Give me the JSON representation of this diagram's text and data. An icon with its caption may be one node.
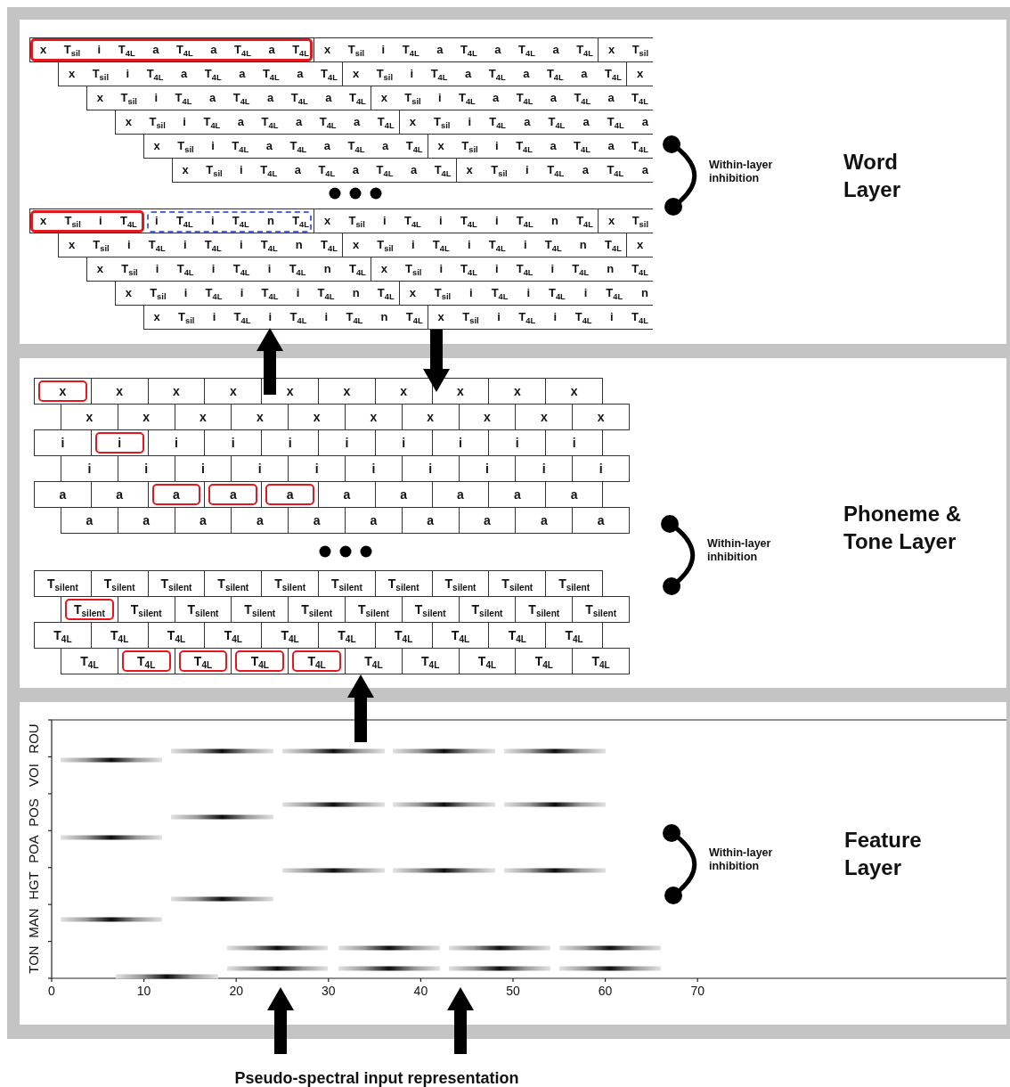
{
  "diagram": {
    "nodes": [
      {
        "text": [
          "Word Layer"
        ]
      },
      {
        "text": [
          "Phoneme & Tone Layer"
        ]
      },
      {
        "text": [
          "Feature Layer"
        ]
      },
      {
        "text": [
          "Pseudo-spectral input representation"
        ]
      }
    ],
    "edges": [
      {
        "from": 1,
        "to": 0,
        "arrow": "to"
      },
      {
        "from": 0,
        "to": 1,
        "arrow": "to"
      },
      {
        "from": 2,
        "to": 1,
        "arrow": "to"
      },
      {
        "from": 3,
        "to": 2,
        "arrow": "to"
      },
      {
        "from": 3,
        "to": 2,
        "arrow": "to"
      }
    ],
    "labels": [
      "x T$_{sil}$ i T$_{4L}$ a T$_{4L}$ a T$_{4L}$ a T$_{4L}$",
      "x T$_{sil}$ i T$_{4L}$ a T$_{4L}$ a T$_{4L}$ a T$_{4L}$",
      "x T$_{sil}$",
      "x T$_{sil}$ i T$_{4L}$ a T$_{4L}$ a T$_{4L}$ a T$_{4L}$",
      "x T$_{sil}$ i T$_{4L}$ a T$_{4L}$ a T$_{4L}$ a T$_{4L}$",
      "x",
      "x T$_{sil}$ i T$_{4L}$ a T$_{4L}$ a T$_{4L}$ a T$_{4L}$",
      "x T$_{sil}$ i T$_{4L}$ a T$_{4L}$ a T$_{4L}$ a T$_{4L}$",
      "x T$_{sil}$ i T$_{4L}$ a T$_{4L}$ a T$_{4L}$ a T$_{4L}$",
      "x T$_{sil}$ i T$_{4L}$ a T$_{4L}$ a T$_{4L}$ a",
      "x T$_{sil}$ i T$_{4L}$ a T$_{4L}$ a T$_{4L}$ a T$_{4L}$",
      "x T$_{sil}$ i T$_{4L}$ a T$_{4L}$ a T$_{4L}$",
      "x T$_{sil}$ i T$_{4L}$ a T$_{4L}$ a T$_{4L}$ a T$_{4L}$",
      "x T$_{sil}$ i T$_{4L}$ a T$_{4L}$ a",
      "x T$_{sil}$ i T$_{4L}$ i T$_{4L}$ i T$_{4L}$ n T$_{4L}$",
      "x T$_{sil}$ i T$_{4L}$ i T$_{4L}$ i T$_{4L}$ n T$_{4L}$",
      "x T$_{sil}$",
      "x T$_{sil}$ i T$_{4L}$ i T$_{4L}$ i T$_{4L}$ n T$_{4L}$",
      "x T$_{sil}$ i T$_{4L}$ i T$_{4L}$ i T$_{4L}$ n T$_{4L}$",
      "x",
      "x T$_{sil}$ i T$_{4L}$ i T$_{4L}$ i T$_{4L}$ n T$_{4L}$",
      "x T$_{sil}$ i T$_{4L}$ i T$_{4L}$ i T$_{4L}$ n T$_{4L}$",
      "x T$_{sil}$ i T$_{4L}$ i T$_{4L}$ i T$_{4L}$ n T$_{4L}$",
      "x T$_{sil}$ i T$_{4L}$ i T$_{4L}$ i T$_{4L}$ n",
      "x T$_{sil}$ i T$_{4L}$ i T$_{4L}$ i T$_{4L}$ n T$_{4L}$",
      "x T$_{sil}$ i T$_{4L}$ i T$_{4L}$ i T$_{4L}$",
      "Within-layer inhibition",
      "x",
      "x",
      "x",
      "x",
      "x",
      "x",
      "x",
      "x",
      "x",
      "x",
      "x",
      "x",
      "x",
      "x",
      "x",
      "x",
      "x",
      "x",
      "x",
      "x",
      "i",
      "i",
      "i",
      "i",
      "i",
      "i",
      "i",
      "i",
      "i",
      "i",
      "i",
      "i",
      "i",
      "i",
      "i",
      "i",
      "i",
      "i",
      "i",
      "i",
      "a",
      "a",
      "a",
      "a",
      "a",
      "a",
      "a",
      "a",
      "a",
      "a",
      "a",
      "a",
      "a",
      "a",
      "a",
      "a",
      "a",
      "a",
      "a",
      "a",
      "T$_{silent}$",
      "T$_{silent}$",
      "T$_{silent}$",
      "T$_{silent}$",
      "T$_{silent}$",
      "T$_{silent}$",
      "T$_{silent}$",
      "T$_{silent}$",
      "T$_{silent}$",
      "T$_{silent}$",
      "T$_{silent}$",
      "T$_{silent}$",
      "T$_{silent}$",
      "T$_{silent}$",
      "T$_{silent}$",
      "T$_{silent}$",
      "T$_{silent}$",
      "T$_{silent}$",
      "T$_{silent}$",
      "T$_{silent}$",
      "T$_{4L}$",
      "T$_{4L}$",
      "T$_{4L}$",
      "T$_{4L}$",
      "T$_{4L}$",
      "T$_{4L}$",
      "T$_{4L}$",
      "T$_{4L}$",
      "T$_{4L}$",
      "T$_{4L}$",
      "T$_{4L}$",
      "T$_{4L}$",
      "T$_{4L}$",
      "T$_{4L}$",
      "T$_{4L}$",
      "T$_{4L}$",
      "T$_{4L}$",
      "T$_{4L}$",
      "T$_{4L}$",
      "T$_{4L}$",
      "Within-layer inhibition",
      "ROU",
      "VOI",
      "POS",
      "POA",
      "HGT",
      "MAN",
      "TON",
      "Within-layer inhibition",
      "0",
      "10",
      "20",
      "30",
      "40",
      "50",
      "60",
      "70"
    ]
  }
}
